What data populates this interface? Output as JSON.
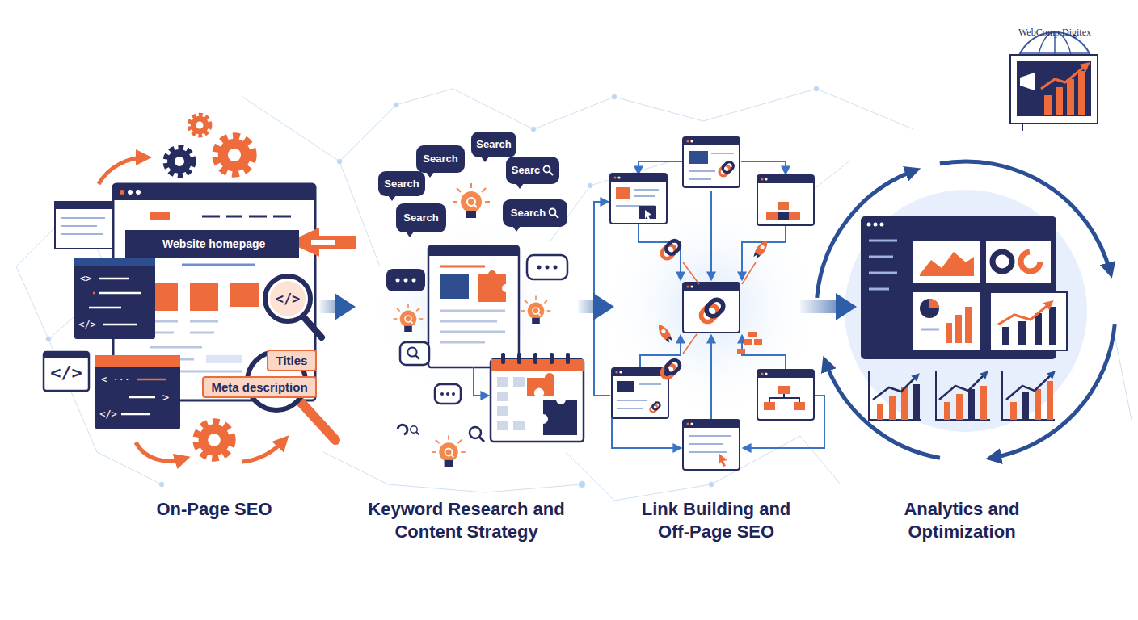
{
  "diagram": {
    "nodes": [
      {
        "text": [
          "On-Page SEO"
        ]
      },
      {
        "text": [
          "Keyword Research and Content Strategy"
        ]
      },
      {
        "text": [
          "Link Building and Off-Page SEO"
        ]
      },
      {
        "text": [
          "Analytics and Optimization"
        ]
      },
      {
        "text": [
          "Website homepage"
        ],
        "in": 0
      },
      {
        "text": [
          "Titles"
        ],
        "in": 0
      },
      {
        "text": [
          "Meta description"
        ],
        "in": 0
      },
      {
        "text": [
          "Search"
        ],
        "in": 1
      },
      {
        "text": [
          "Search"
        ],
        "in": 1
      },
      {
        "text": [
          "Search"
        ],
        "in": 1
      },
      {
        "text": [
          "Searc"
        ],
        "in": 1
      },
      {
        "text": [
          "Search"
        ],
        "in": 1
      },
      {
        "text": [
          "Search"
        ],
        "in": 1
      }
    ],
    "edges": [
      {
        "from": 0,
        "to": 1,
        "arrow": "to"
      },
      {
        "from": 1,
        "to": 2,
        "arrow": "to"
      },
      {
        "from": 2,
        "to": 3,
        "arrow": "to"
      }
    ],
    "labels": [
      "WebComp Digitex",
      "</>",
      "</>",
      "<>",
      "</>",
      "< ···",
      ">",
      "</>"
    ]
  }
}
